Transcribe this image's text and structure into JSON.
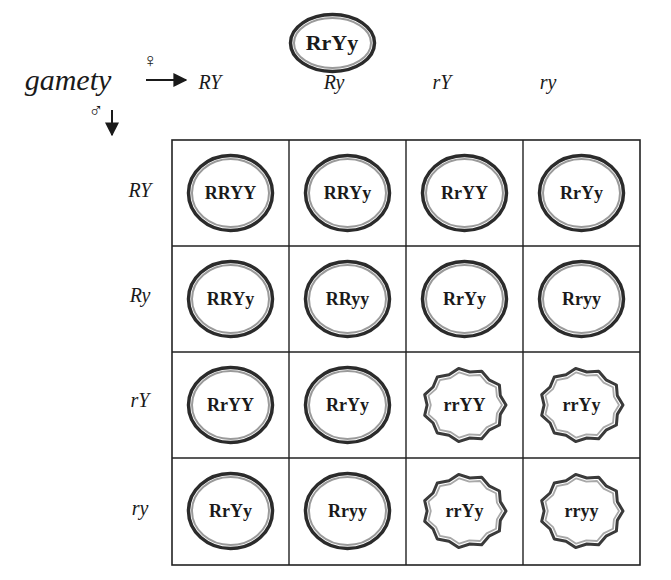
{
  "diagram": {
    "nodes": [
      {
        "text": [
          "RrYy"
        ]
      },
      {
        "text": [
          "RRYY"
        ]
      },
      {
        "text": [
          "RRYy"
        ]
      },
      {
        "text": [
          "RrYY"
        ]
      },
      {
        "text": [
          "RrYy"
        ]
      },
      {
        "text": [
          "RRYy"
        ]
      },
      {
        "text": [
          "RRyy"
        ]
      },
      {
        "text": [
          "RrYy"
        ]
      },
      {
        "text": [
          "Rryy"
        ]
      },
      {
        "text": [
          "RrYY"
        ]
      },
      {
        "text": [
          "RrYy"
        ]
      },
      {
        "text": [
          "rrYY"
        ]
      },
      {
        "text": [
          "rrYy"
        ]
      },
      {
        "text": [
          "RrYy"
        ]
      },
      {
        "text": [
          "Rryy"
        ]
      },
      {
        "text": [
          "rrYy"
        ]
      },
      {
        "text": [
          "rryy"
        ]
      }
    ],
    "labels": [
      "gamety",
      "♀",
      "♂",
      "RY",
      "Ry",
      "rY",
      "ry",
      "RY",
      "Ry",
      "rY",
      "ry"
    ]
  }
}
